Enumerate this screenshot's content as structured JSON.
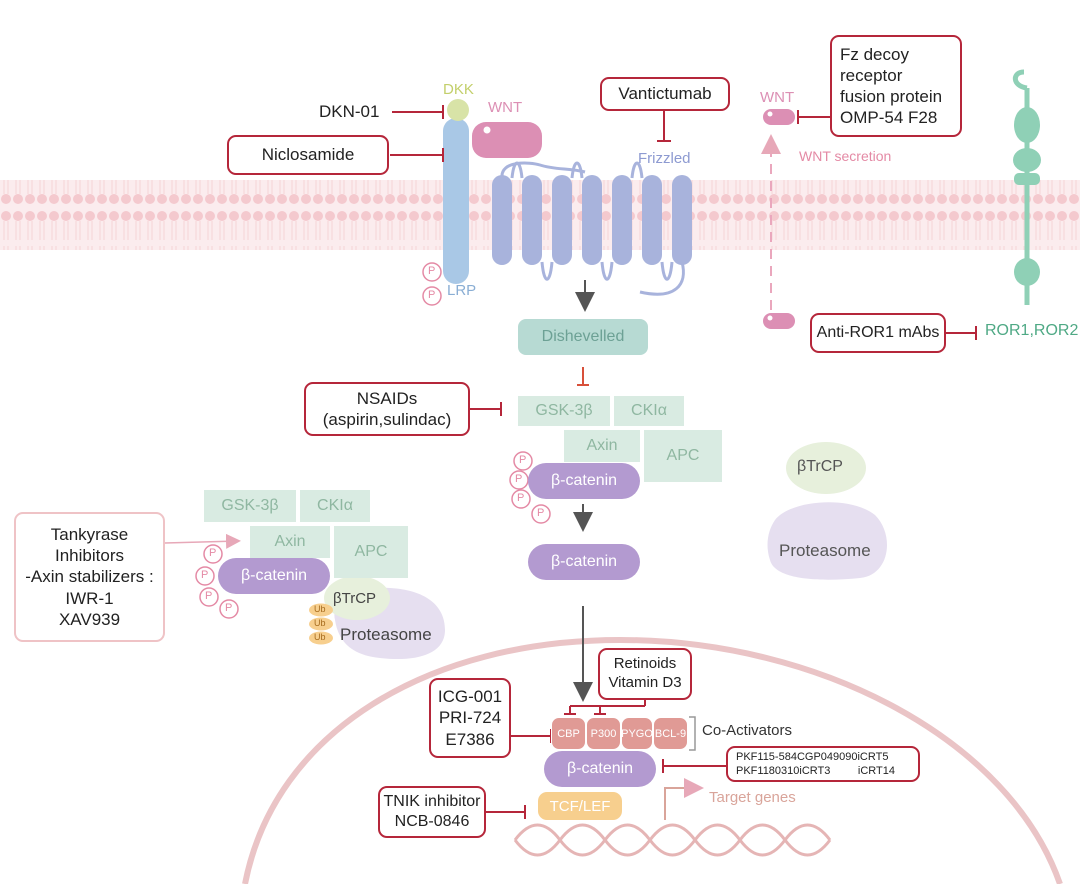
{
  "colors": {
    "inhibitor_border": "#b5263a",
    "membrane": "#f7d9dc",
    "frizzled": "#a8b3dc",
    "lrp": "#a9c8e6",
    "wnt": "#dc8fb4",
    "dishevelled": "#b7dad3",
    "complex": "#d9ebe2",
    "beta_catenin": "#b39ad0",
    "proteasome": "#e6dff0",
    "coactivator": "#e09a95",
    "tcf_lef": "#f7cf8e",
    "ror": "#6fb89c",
    "nucleus": "#eac4c6"
  },
  "receptor": {
    "dkk": "DKK",
    "wnt": "WNT",
    "lrp": "LRP",
    "frizzled": "Frizzled",
    "phospho": "P",
    "dishevelled": "Dishevelled"
  },
  "secretion": {
    "wnt": "WNT",
    "label": "WNT secretion",
    "ror": "ROR1,ROR2"
  },
  "destruction": {
    "gsk": "GSK-3β",
    "ck": "CKIα",
    "axin": "Axin",
    "apc": "APC",
    "beta_catenin": "β-catenin",
    "btrcp": "βTrCP",
    "proteasome": "Proteasome",
    "ub": "Ub"
  },
  "free_beta_catenin": "β-catenin",
  "nuclear": {
    "coactivators": [
      "CBP",
      "P300",
      "PYGO",
      "BCL-9"
    ],
    "coactivators_label": "Co-Activators",
    "beta_catenin": "β-catenin",
    "tcf_lef": "TCF/LEF",
    "target_genes": "Target genes"
  },
  "inhibitors": {
    "dkn01": "DKN-01",
    "niclosamide": "Niclosamide",
    "vantictumab": "Vantictumab",
    "fz_decoy": [
      "Fz decoy",
      "receptor",
      "fusion protein",
      "OMP-54 F28"
    ],
    "anti_ror1": "Anti-ROR1 mAbs",
    "nsaids": [
      "NSAIDs",
      "(aspirin,sulindac)"
    ],
    "tankyrase": [
      "Tankyrase",
      "Inhibitors",
      "-Axin stabilizers :",
      "IWR-1",
      "XAV939"
    ],
    "retinoids": [
      "Retinoids",
      "Vitamin D3"
    ],
    "icg": [
      "ICG-001",
      "PRI-724",
      "E7386"
    ],
    "pkf": [
      "PKF115-584CGP049090iCRT5",
      "PKF1180310iCRT3         iCRT14"
    ],
    "tnik": [
      "TNIK inhibitor",
      "NCB-0846"
    ]
  }
}
